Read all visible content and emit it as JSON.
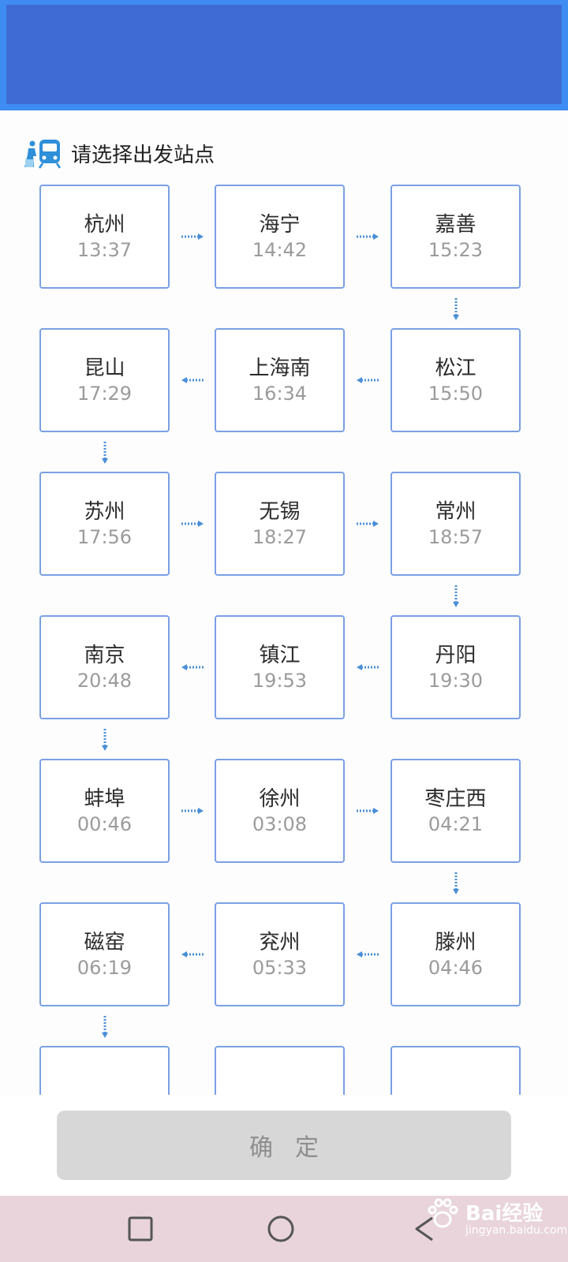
{
  "header": {
    "title": "请选择出发站点"
  },
  "stations": [
    {
      "name": "杭州",
      "time": "13:37"
    },
    {
      "name": "海宁",
      "time": "14:42"
    },
    {
      "name": "嘉善",
      "time": "15:23"
    },
    {
      "name": "松江",
      "time": "15:50"
    },
    {
      "name": "上海南",
      "time": "16:34"
    },
    {
      "name": "昆山",
      "time": "17:29"
    },
    {
      "name": "苏州",
      "time": "17:56"
    },
    {
      "name": "无锡",
      "time": "18:27"
    },
    {
      "name": "常州",
      "time": "18:57"
    },
    {
      "name": "丹阳",
      "time": "19:30"
    },
    {
      "name": "镇江",
      "time": "19:53"
    },
    {
      "name": "南京",
      "time": "20:48"
    },
    {
      "name": "蚌埠",
      "time": "00:46"
    },
    {
      "name": "徐州",
      "time": "03:08"
    },
    {
      "name": "枣庄西",
      "time": "04:21"
    },
    {
      "name": "滕州",
      "time": "04:46"
    },
    {
      "name": "兖州",
      "time": "05:33"
    },
    {
      "name": "磁窑",
      "time": "06:19"
    },
    {
      "name": "",
      "time": ""
    },
    {
      "name": "",
      "time": ""
    },
    {
      "name": "",
      "time": ""
    }
  ],
  "footer": {
    "confirm_label": "确定"
  },
  "nav": {
    "recent": "square-icon",
    "home": "circle-icon",
    "back": "triangle-back-icon"
  },
  "watermark": {
    "brand": "Bai经验",
    "url": "jingyan.baidu.com"
  },
  "colors": {
    "top_bar": "#3f6bd4",
    "border": "#7aa0e4",
    "arrow": "#4a8fd8",
    "confirm_bg": "#d7d7d7",
    "nav_bg": "#e8d4da"
  }
}
